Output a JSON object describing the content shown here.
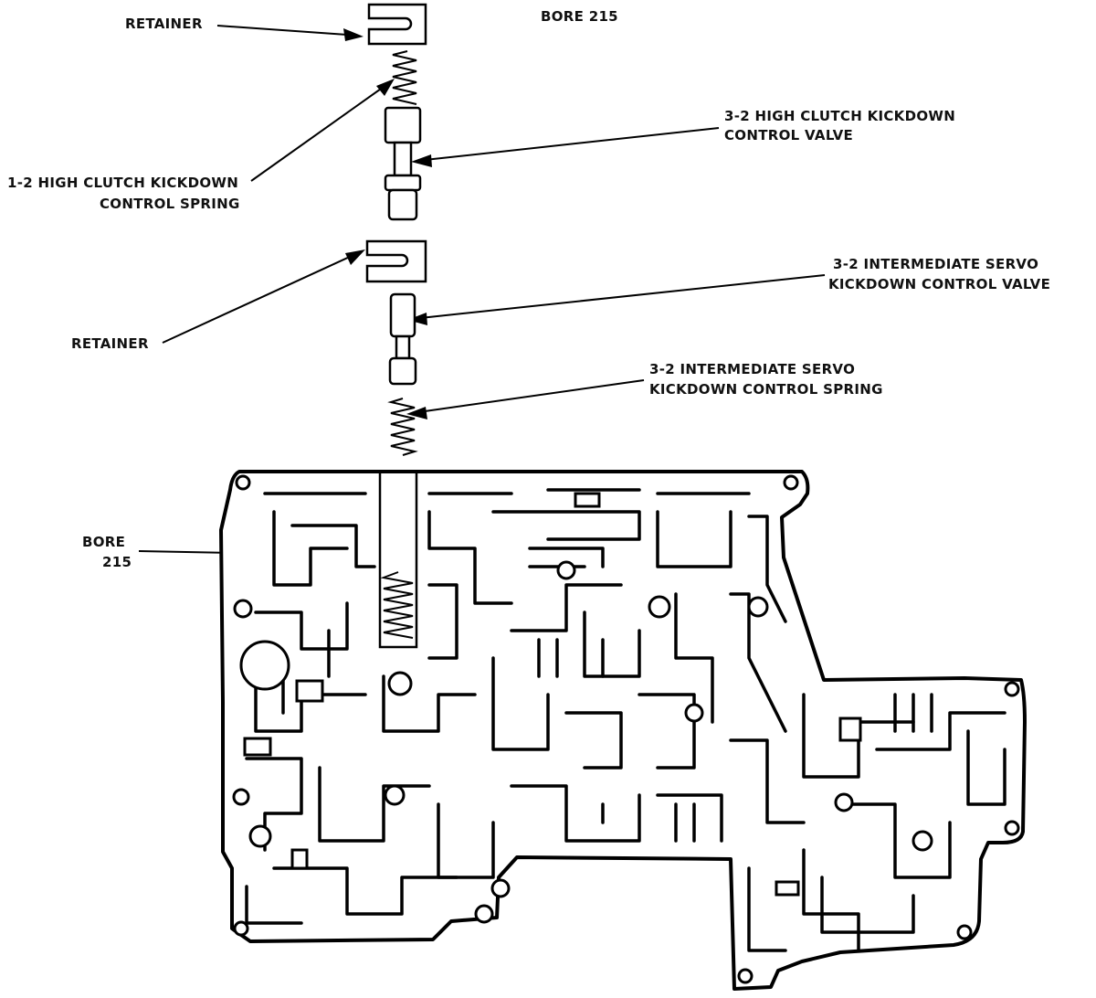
{
  "labels": {
    "top_bore": "BORE 215",
    "retainer_top": "RETAINER",
    "hc_valve_1": "3-2 HIGH CLUTCH KICKDOWN",
    "hc_valve_2": "CONTROL VALVE",
    "hc_spring_1": "1-2 HIGH CLUTCH KICKDOWN",
    "hc_spring_2": "CONTROL SPRING",
    "retainer_mid": "RETAINER",
    "is_valve_1": "3-2 INTERMEDIATE SERVO",
    "is_valve_2": "KICKDOWN CONTROL VALVE",
    "is_spring_1": "3-2 INTERMEDIATE SERVO",
    "is_spring_2": "KICKDOWN CONTROL SPRING",
    "bore_side_1": "BORE",
    "bore_side_2": "215"
  }
}
